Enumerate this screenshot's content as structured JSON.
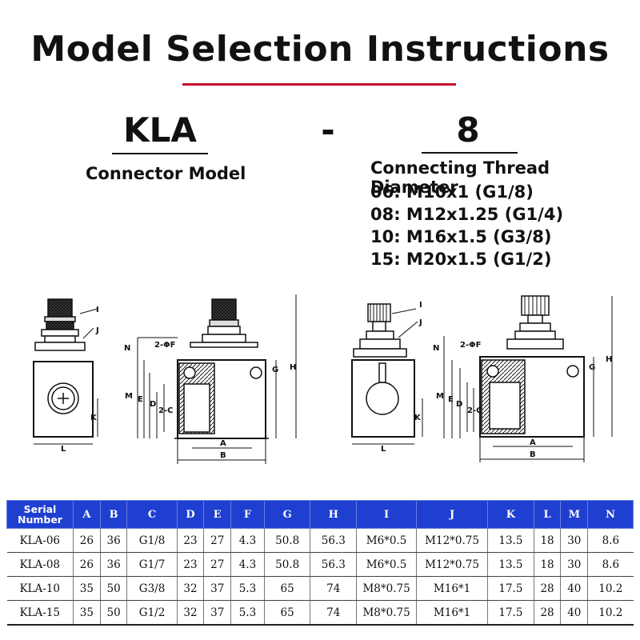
{
  "title": "Model Selection Instructions",
  "accent_color": "#c8102e",
  "table_header_color": "#1f3fd0",
  "model_code": {
    "prefix": "KLA",
    "separator": "-",
    "size": "8",
    "prefix_caption": "Connector Model",
    "size_caption": "Connecting Thread Diameter",
    "size_options": [
      "06: M10x1 (G1/8)",
      "08: M12x1.25 (G1/4)",
      "10: M16x1.5 (G3/8)",
      "15: M20x1.5 (G1/2)"
    ]
  },
  "drawing_labels": {
    "left": {
      "I": "I",
      "J": "J",
      "K": "K",
      "L": "L",
      "N": "N",
      "M": "M",
      "E": "E",
      "D": "D",
      "C2": "2-C",
      "F2": "2-ΦF",
      "G": "G",
      "H": "H",
      "A": "A",
      "B": "B"
    },
    "right": {
      "I": "I",
      "J": "J",
      "K": "K",
      "L": "L",
      "N": "N",
      "M": "M",
      "E": "E",
      "D": "D",
      "C2": "2-C",
      "F2": "2-ΦF",
      "G": "G",
      "H": "H",
      "A": "A",
      "B": "B"
    }
  },
  "spec_table": {
    "header_first": [
      "Serial",
      "Number"
    ],
    "headers": [
      "A",
      "B",
      "C",
      "D",
      "E",
      "F",
      "G",
      "H",
      "I",
      "J",
      "K",
      "L",
      "M",
      "N"
    ],
    "rows": [
      [
        "KLA-06",
        "26",
        "36",
        "G1/8",
        "23",
        "27",
        "4.3",
        "50.8",
        "56.3",
        "M6*0.5",
        "M12*0.75",
        "13.5",
        "18",
        "30",
        "8.6"
      ],
      [
        "KLA-08",
        "26",
        "36",
        "G1/7",
        "23",
        "27",
        "4.3",
        "50.8",
        "56.3",
        "M6*0.5",
        "M12*0.75",
        "13.5",
        "18",
        "30",
        "8.6"
      ],
      [
        "KLA-10",
        "35",
        "50",
        "G3/8",
        "32",
        "37",
        "5.3",
        "65",
        "74",
        "M8*0.75",
        "M16*1",
        "17.5",
        "28",
        "40",
        "10.2"
      ],
      [
        "KLA-15",
        "35",
        "50",
        "G1/2",
        "32",
        "37",
        "5.3",
        "65",
        "74",
        "M8*0.75",
        "M16*1",
        "17.5",
        "28",
        "40",
        "10.2"
      ]
    ]
  }
}
